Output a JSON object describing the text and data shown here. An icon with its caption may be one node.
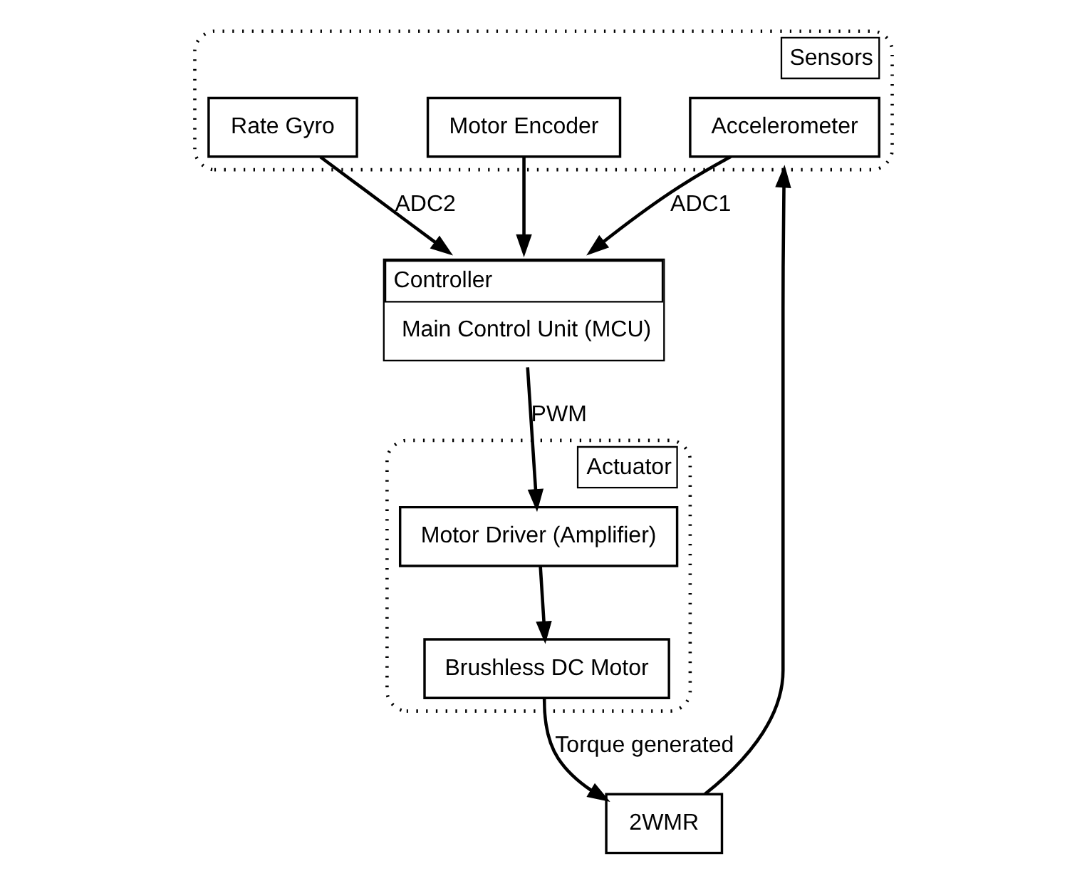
{
  "diagram": {
    "nodes": [
      {
        "text": [
          "Sensors"
        ]
      },
      {
        "text": [
          "Accelerometer"
        ],
        "in": 0
      },
      {
        "text": [
          "Rate Gyro"
        ],
        "in": 0
      },
      {
        "text": [
          "Motor Encoder"
        ],
        "in": 0
      },
      {
        "text": [
          "Controller",
          "Main Control Unit (MCU)"
        ]
      },
      {
        "text": [
          "Actuator"
        ]
      },
      {
        "text": [
          "Motor Driver (Amplifier)"
        ],
        "in": 5
      },
      {
        "text": [
          "Brushless DC Motor"
        ],
        "in": 5
      },
      {
        "text": [
          "2WMR"
        ]
      }
    ],
    "edges": [
      {
        "from": 1,
        "to": 4,
        "arrow": "to",
        "label": "ADC1"
      },
      {
        "from": 2,
        "to": 4,
        "arrow": "to",
        "label": "ADC2"
      },
      {
        "from": 3,
        "to": 4,
        "arrow": "to"
      },
      {
        "from": 4,
        "to": 6,
        "arrow": "to",
        "label": "PWM"
      },
      {
        "from": 6,
        "to": 7,
        "arrow": "to"
      },
      {
        "from": 7,
        "to": 8,
        "arrow": "to",
        "label": "Torque generated"
      },
      {
        "from": 8,
        "to": 0,
        "arrow": "to"
      }
    ]
  }
}
